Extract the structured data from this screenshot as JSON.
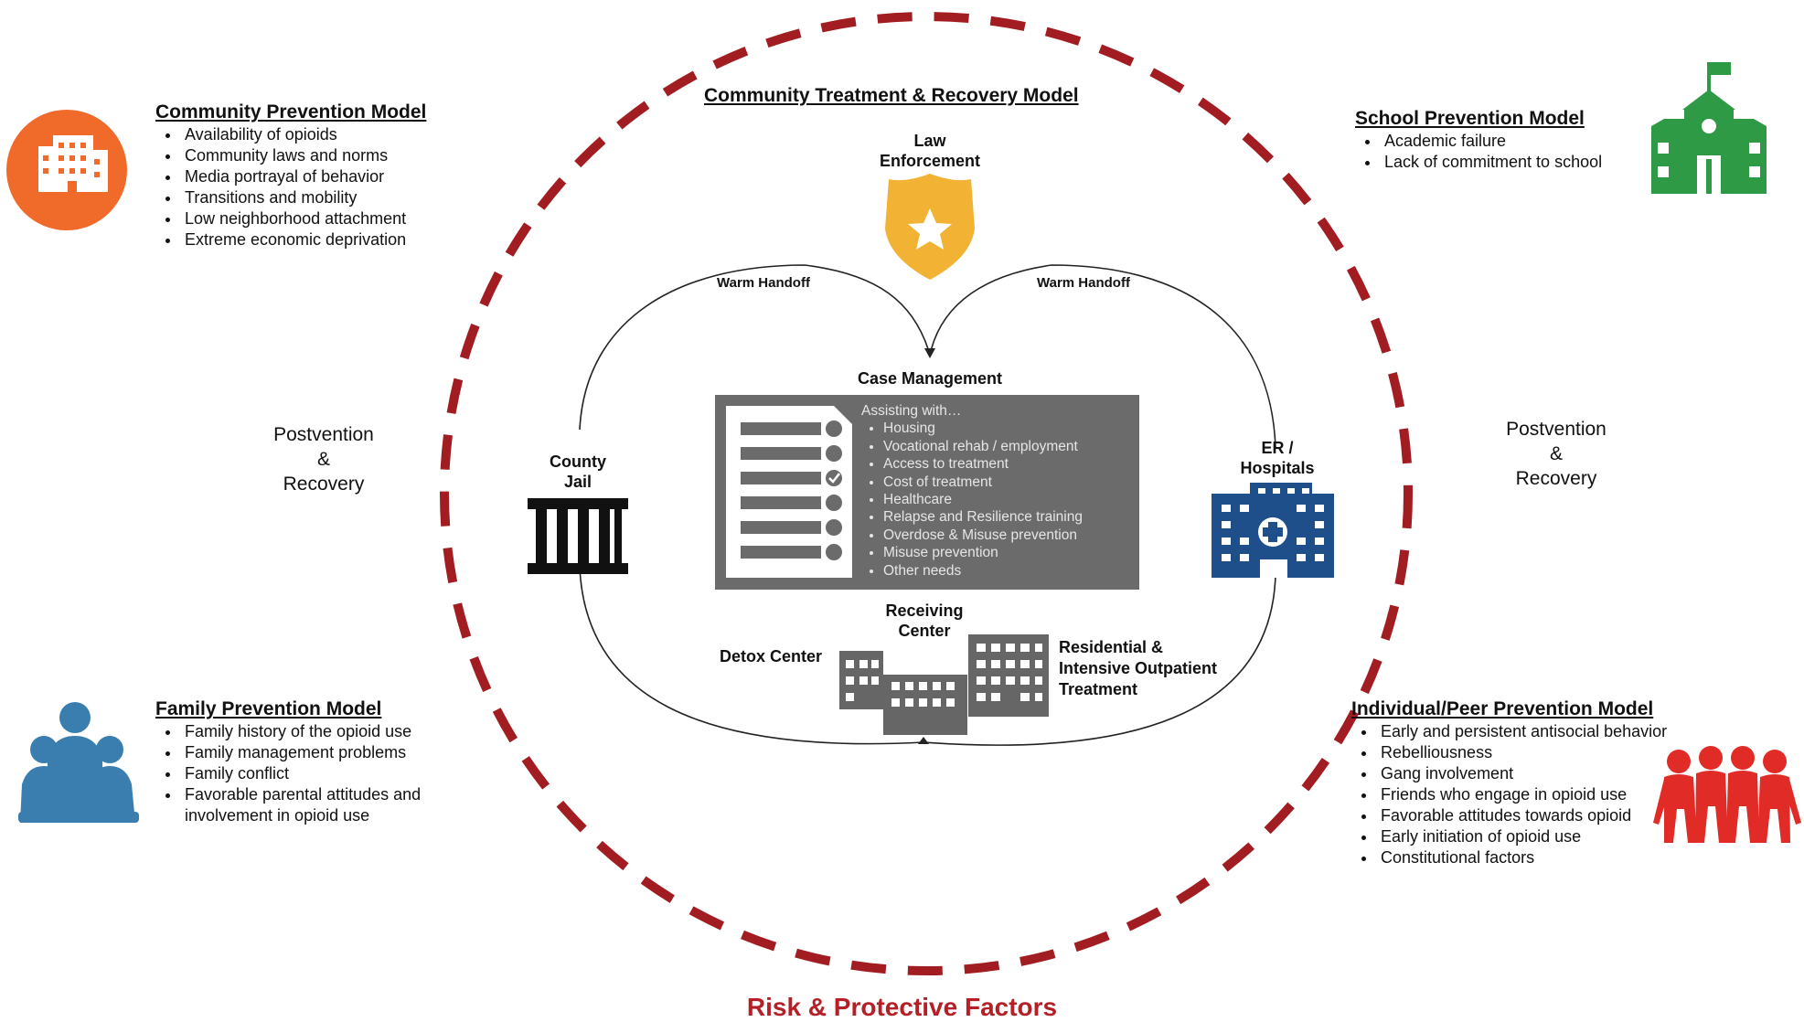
{
  "colors": {
    "circle_dash": "#a11d21",
    "community_icon": "#f06a2a",
    "school_icon": "#2f9a45",
    "family_icon": "#3a7eb0",
    "peer_icon": "#e02b26",
    "badge": "#f2b233",
    "hospital": "#1f4f8a",
    "case_box": "#6b6b6b",
    "footer": "#b52026"
  },
  "center_title": "Community Treatment & Recovery Model",
  "community_model": {
    "title": "Community Prevention Model",
    "icon": "office-building-icon",
    "items": [
      "Availability of opioids",
      "Community laws and norms",
      "Media portrayal of behavior",
      "Transitions and mobility",
      "Low neighborhood attachment",
      "Extreme economic deprivation"
    ]
  },
  "school_model": {
    "title": "School Prevention Model",
    "icon": "school-building-icon",
    "items": [
      "Academic failure",
      "Lack of commitment to school"
    ]
  },
  "family_model": {
    "title": "Family Prevention Model",
    "icon": "family-icon",
    "items": [
      "Family history of the opioid use",
      "Family management problems",
      "Family conflict",
      "Favorable parental attitudes and involvement in opioid use"
    ]
  },
  "peer_model": {
    "title": "Individual/Peer Prevention Model",
    "icon": "peer-group-icon",
    "items": [
      "Early and persistent antisocial behavior",
      "Rebelliousness",
      "Gang involvement",
      "Friends who engage in opioid use",
      "Favorable attitudes towards opioid",
      "Early initiation of opioid use",
      "Constitutional factors"
    ]
  },
  "postvention_left": {
    "line1": "Postvention",
    "line2": "&",
    "line3": "Recovery"
  },
  "postvention_right": {
    "line1": "Postvention",
    "line2": "&",
    "line3": "Recovery"
  },
  "law_enforcement": {
    "line1": "Law",
    "line2": "Enforcement",
    "icon": "police-badge-icon"
  },
  "warm_handoff_left": "Warm Handoff",
  "warm_handoff_right": "Warm Handoff",
  "county_jail": {
    "line1": "County",
    "line2": "Jail",
    "icon": "jail-bars-icon"
  },
  "er_hospitals": {
    "line1": "ER /",
    "line2": "Hospitals",
    "icon": "hospital-icon"
  },
  "case_management": {
    "title": "Case Management",
    "intro": "Assisting with…",
    "items": [
      "Housing",
      "Vocational rehab / employment",
      "Access to treatment",
      "Cost of treatment",
      "Healthcare",
      "Relapse and Resilience training",
      "Overdose & Misuse prevention",
      "Misuse prevention",
      "Other needs"
    ],
    "icon": "checklist-icon"
  },
  "receiving_center": {
    "line1": "Receiving",
    "line2": "Center"
  },
  "detox_center": "Detox Center",
  "residential": {
    "line1": "Residential &",
    "line2": "Intensive Outpatient",
    "line3": "Treatment"
  },
  "footer_title": "Risk & Protective Factors"
}
